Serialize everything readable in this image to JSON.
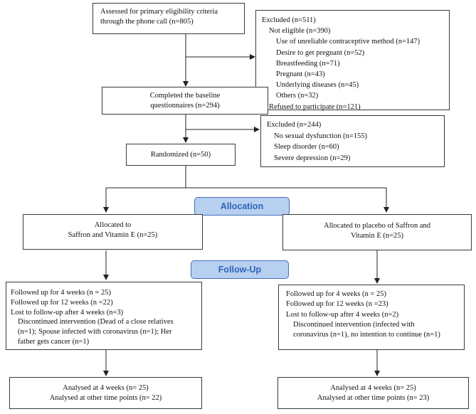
{
  "assessed": {
    "lines": [
      "Assessed for primary eligibility criteria",
      "through the phone call (n=805)"
    ]
  },
  "excluded1": {
    "title": "Excluded (n=511)",
    "not_eligible": "Not eligible (n=390)",
    "reasons": [
      "Use of unreliable contraceptive method (n=147)",
      "Desire to get pregnant (n=52)",
      "Breastfeeding (n=71)",
      "Pregnant (n=43)",
      "Underlying diseases (n=45)",
      "Others (n=32)"
    ],
    "refused": "Refused to participate (n=121)"
  },
  "baseline": {
    "lines": [
      "Completed the baseline",
      "questionnaires (n=294)"
    ]
  },
  "excluded2": {
    "title": "Excluded (n=244)",
    "reasons": [
      "No sexual dysfunction (n=155)",
      "Sleep disorder (n=60)",
      "Severe depression (n=29)"
    ]
  },
  "randomized": {
    "label": "Randomized (n=50)"
  },
  "allocation_label": "Allocation",
  "followup_label": "Follow-Up",
  "alloc_left": {
    "lines": [
      "Allocated to",
      "Saffron and Vitamin E (n=25)"
    ]
  },
  "alloc_right": {
    "lines": [
      "Allocated to placebo of Saffron and",
      "Vitamin E (n=25)"
    ]
  },
  "follow_left": {
    "lines": [
      "Followed up for 4 weeks (n = 25)",
      "Followed up for 12 weeks (n =22)",
      "Lost to follow-up after 4 weeks (n=3)"
    ],
    "discontinued": [
      "Discontinued intervention (Dead of a close relatives",
      "(n=1); Spouse infected with coronavirus (n=1); Her",
      "father gets cancer (n=1)"
    ]
  },
  "follow_right": {
    "lines": [
      "Followed up for 4 weeks (n = 25)",
      "Followed up for 12 weeks (n =23)",
      "Lost to follow-up after 4 weeks (n=2)"
    ],
    "discontinued": [
      "Discontinued intervention (infected with",
      "coronavirus (n=1), no intention to continue (n=1)"
    ]
  },
  "analysed_left": {
    "lines": [
      "Analysed at 4 weeks (n= 25)",
      "Analysed at other time points (n= 22)"
    ]
  },
  "analysed_right": {
    "lines": [
      "Analysed at 4 weeks (n= 25)",
      "Analysed at other time points (n= 23)"
    ]
  },
  "colors": {
    "stage_fill": "#b7d0f0",
    "stage_text": "#2f64b7",
    "line": "#222222"
  }
}
